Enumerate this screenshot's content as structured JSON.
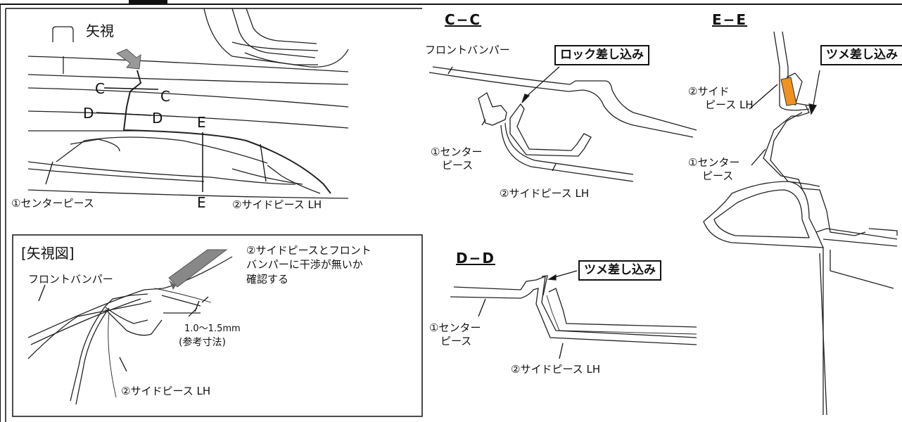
{
  "main_view": {
    "arrow_view_label": "矢視",
    "section_c_left": "C",
    "section_c_right": "C",
    "section_d_left": "D",
    "section_d_right": "D",
    "section_e_top": "E",
    "section_e_bottom": "E",
    "center_piece_label": "①センターピース",
    "side_piece_label": "②サイドピース LH"
  },
  "inset_view": {
    "title": "[矢視図]",
    "front_bumper_label": "フロントバンパー",
    "check_note_line1": "②サイドピースとフロント",
    "check_note_line2": "バンパーに干渉が無いか",
    "check_note_line3": "確認する",
    "gap_value": "1.0〜1.5mm",
    "gap_ref": "(参考寸法)",
    "side_piece_label": "②サイドピース LH"
  },
  "section_cc": {
    "title": "C−C",
    "front_bumper_label": "フロントバンパー",
    "callout": "ロック差し込み",
    "center_piece_line1": "①センター",
    "center_piece_line2": "ピース",
    "side_piece_label": "②サイドピース LH"
  },
  "section_dd": {
    "title": "D−D",
    "callout": "ツメ差し込み",
    "center_piece_line1": "①センター",
    "center_piece_line2": "ピース",
    "side_piece_label": "②サイドピース LH"
  },
  "section_ee": {
    "title": "E−E",
    "callout": "ツメ差し込み",
    "side_piece_line1": "②サイド",
    "side_piece_line2": "ピース LH",
    "center_piece_line1": "①センター",
    "center_piece_line2": "ピース"
  },
  "colors": {
    "highlight": "#f0921e",
    "arrow_gray": "#999999",
    "line": "#111111"
  }
}
